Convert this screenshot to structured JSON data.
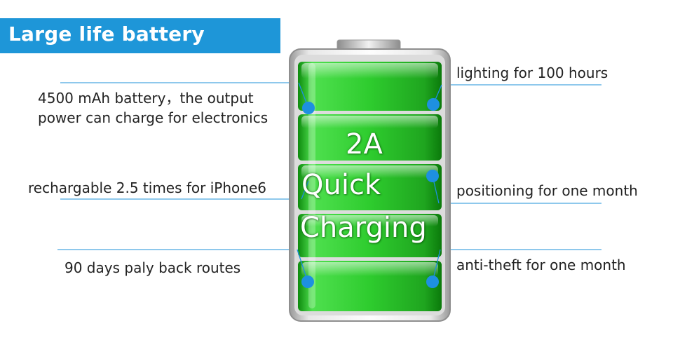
{
  "banner": {
    "title": "Large life battery"
  },
  "features_left": [
    {
      "lines": [
        "4500 mAh battery，the output",
        "power can charge for electronics"
      ]
    },
    {
      "lines": [
        "rechargable 2.5 times for iPhone6"
      ]
    },
    {
      "lines": [
        "90 days paly back routes"
      ]
    }
  ],
  "features_right": [
    {
      "text": "lighting for 100 hours"
    },
    {
      "text": "positioning for one month"
    },
    {
      "text": "anti-theft for one month"
    }
  ],
  "battery": {
    "overlay_lines": [
      "2A",
      "Quick",
      "Charging"
    ],
    "colors": {
      "green": "#2ecc2e",
      "dark_green": "#0f8a0f",
      "dot": "#1e90e0",
      "line": "#4aa8e0"
    }
  }
}
